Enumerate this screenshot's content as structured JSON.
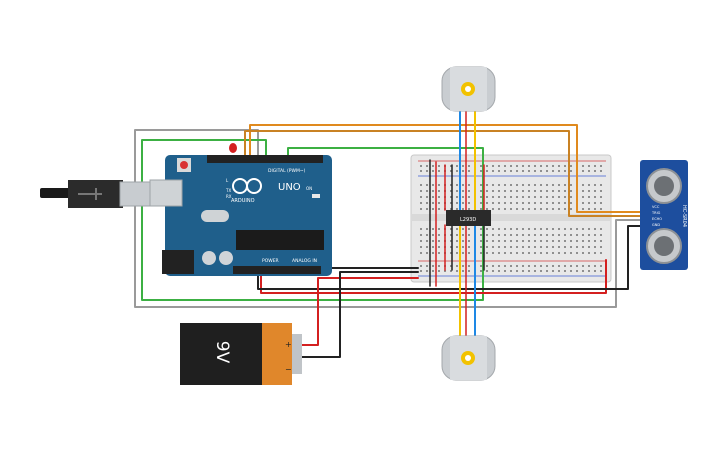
{
  "arduino": {
    "brand": "ARDUINO",
    "model": "UNO",
    "digital_label": "DIGITAL (PWM~)",
    "power_label": "POWER",
    "analog_label": "ANALOG IN",
    "tx_label": "TX",
    "rx_label": "RX",
    "l_label": "L",
    "on_label": "ON",
    "logo_glyph": "∞"
  },
  "driver_chip": {
    "label": "L293D"
  },
  "battery": {
    "label": "9V",
    "plus": "+",
    "minus": "−"
  },
  "sensor": {
    "label": "HC-SR04",
    "pins": [
      "VCC",
      "TRIG",
      "ECHO",
      "GND"
    ]
  },
  "colors": {
    "wire_orange": "#e08a1e",
    "wire_green": "#3cb043",
    "wire_gray": "#9a9a9a",
    "wire_brown": "#8b6f4e",
    "wire_red": "#d42020",
    "wire_black": "#222222",
    "wire_blue": "#1e88e5",
    "wire_yellow": "#f2c200",
    "board_blue": "#1f5f8b",
    "breadboard": "#e6e6e6",
    "sensor_blue": "#1d4e9e",
    "battery_orange": "#e0872b"
  }
}
